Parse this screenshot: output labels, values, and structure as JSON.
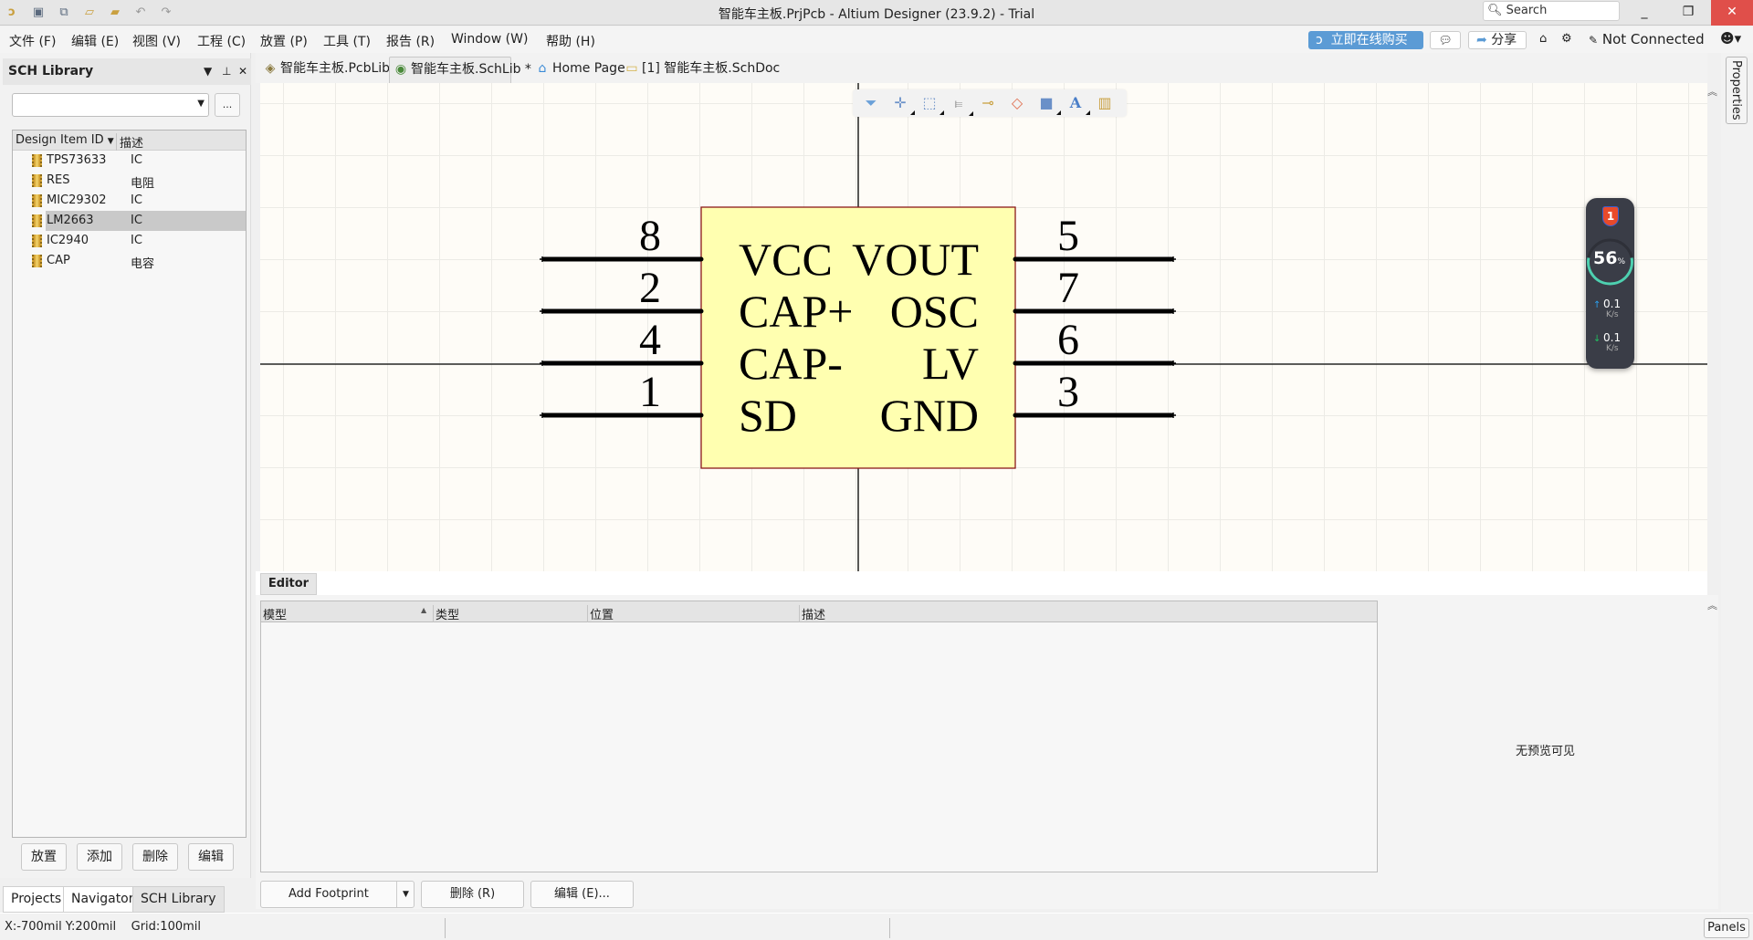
{
  "window": {
    "title": "智能车主板.PrjPcb - Altium Designer (23.9.2) - Trial",
    "search_placeholder": "Search",
    "controls": {
      "minimize": "_",
      "restore": "❐",
      "close": "✕"
    }
  },
  "menu": {
    "items": [
      "文件 (F)",
      "编辑 (E)",
      "视图 (V)",
      "工程 (C)",
      "放置 (P)",
      "工具 (T)",
      "报告 (R)",
      "Window (W)",
      "帮助 (H)"
    ],
    "buy_label": "立即在线购买",
    "share_label": "分享",
    "connection_status": "Not Connected"
  },
  "left_panel": {
    "title": "SCH Library",
    "filter_value": "",
    "dots_label": "...",
    "columns": [
      "Design Item ID",
      "描述"
    ],
    "rows": [
      {
        "id": "TPS73633",
        "desc": "IC"
      },
      {
        "id": "RES",
        "desc": "电阻"
      },
      {
        "id": "MIC29302",
        "desc": "IC"
      },
      {
        "id": "LM2663",
        "desc": "IC",
        "selected": true
      },
      {
        "id": "IC2940",
        "desc": "IC"
      },
      {
        "id": "CAP",
        "desc": "电容"
      }
    ],
    "buttons": [
      "放置",
      "添加",
      "删除",
      "编辑"
    ],
    "tabs": [
      "Projects",
      "Navigator",
      "SCH Library"
    ],
    "active_tab": "SCH Library"
  },
  "doc_tabs": [
    {
      "label": "智能车主板.PcbLib",
      "icon": "pcblib-icon"
    },
    {
      "label": "智能车主板.SchLib *",
      "icon": "schlib-icon",
      "active": true
    },
    {
      "label": "Home Page",
      "icon": "home-icon"
    },
    {
      "label": "[1] 智能车主板.SchDoc",
      "icon": "schdoc-icon"
    }
  ],
  "component": {
    "fill": "#ffffb0",
    "border": "#8b1a1a",
    "left_pins": [
      {
        "number": "8",
        "name": "VCC"
      },
      {
        "number": "2",
        "name": "CAP+"
      },
      {
        "number": "4",
        "name": "CAP-"
      },
      {
        "number": "1",
        "name": "SD"
      }
    ],
    "right_pins": [
      {
        "number": "5",
        "name": "VOUT"
      },
      {
        "number": "7",
        "name": "OSC"
      },
      {
        "number": "6",
        "name": "LV"
      },
      {
        "number": "3",
        "name": "GND"
      }
    ]
  },
  "net_widget": {
    "alert_count": "1",
    "cpu_percent": "56",
    "percent_sign": "%",
    "upload": "0.1",
    "download": "0.1",
    "unit": "K/s",
    "cpu_fraction": 0.56
  },
  "properties_tab": "Properties",
  "editor": {
    "tab_label": "Editor",
    "columns": [
      "模型",
      "类型",
      "位置",
      "描述"
    ],
    "no_preview": "无预览可见",
    "buttons": {
      "add_footprint": "Add Footprint",
      "delete": "删除 (R)",
      "edit": "编辑 (E)..."
    }
  },
  "status": {
    "coords": "X:-700mil Y:200mil",
    "grid": "Grid:100mil",
    "panels": "Panels"
  },
  "colors": {
    "accent": "#5b9bd5",
    "close": "#e04f4a"
  }
}
